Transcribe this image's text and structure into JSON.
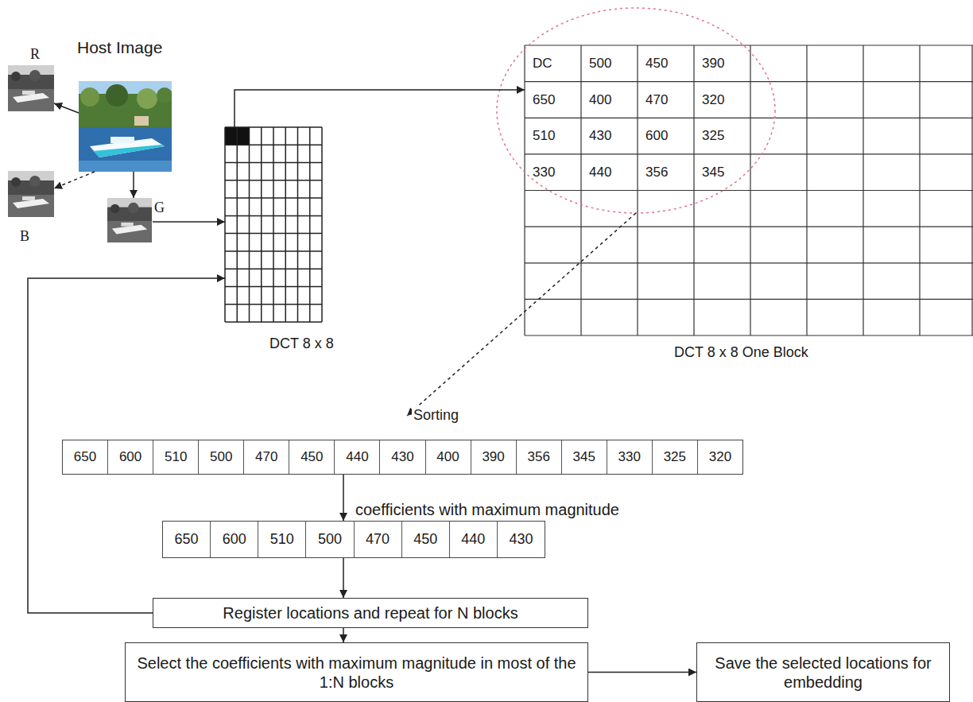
{
  "diagram": {
    "nodes": [
      {
        "text": [
          "R"
        ]
      },
      {
        "text": [
          "Host Image"
        ]
      },
      {
        "text": [
          "B"
        ]
      },
      {
        "text": [
          "G"
        ]
      },
      {
        "text": [
          "DCT 8 x 8"
        ]
      },
      {
        "text": [
          "DCT 8 x 8 One Block"
        ]
      },
      {
        "text": [
          "650",
          "600",
          "510",
          "500",
          "470",
          "450",
          "440",
          "430",
          "400",
          "390",
          "356",
          "345",
          "330",
          "325",
          "320"
        ]
      },
      {
        "text": [
          "650",
          "600",
          "510",
          "500",
          "470",
          "450",
          "440",
          "430"
        ]
      },
      {
        "text": [
          "Register locations and repeat for N blocks"
        ]
      },
      {
        "text": [
          "Select the coefficients with maximum magnitude in most of the 1:N blocks"
        ]
      },
      {
        "text": [
          "Save the selected locations for embedding"
        ]
      }
    ],
    "edges": [
      {
        "from": 1,
        "to": 0,
        "arrow": "to"
      },
      {
        "from": 1,
        "to": 2,
        "arrow": "to"
      },
      {
        "from": 1,
        "to": 3,
        "arrow": "to"
      },
      {
        "from": 3,
        "to": 4,
        "arrow": "to"
      },
      {
        "from": 4,
        "to": 5,
        "arrow": "to"
      },
      {
        "from": 5,
        "to": 6,
        "label": "Sorting",
        "arrow": "to"
      },
      {
        "from": 6,
        "to": 7,
        "label": "coefficients with maximum magnitude",
        "arrow": "to"
      },
      {
        "from": 7,
        "to": 8,
        "arrow": "to"
      },
      {
        "from": 8,
        "to": 4,
        "arrow": "to"
      },
      {
        "from": 8,
        "to": 9,
        "arrow": "to"
      },
      {
        "from": 9,
        "to": 10,
        "arrow": "to"
      }
    ],
    "labels": [
      "DC",
      "500",
      "450",
      "390",
      "650",
      "400",
      "470",
      "320",
      "510",
      "430",
      "600",
      "325",
      "330",
      "440",
      "356",
      "345"
    ]
  }
}
